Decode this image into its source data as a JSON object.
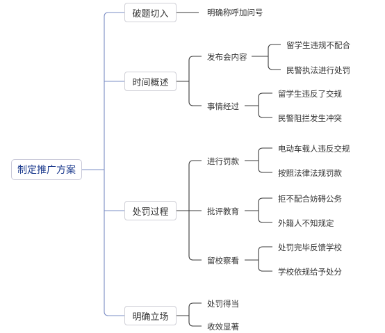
{
  "root": {
    "label": "制定推广方案"
  },
  "branches": [
    {
      "label": "破题切入",
      "children": [
        {
          "label": "明确称呼加问号",
          "children": []
        }
      ]
    },
    {
      "label": "时间概述",
      "children": [
        {
          "label": "发布会内容",
          "children": [
            {
              "label": "留学生违规不配合"
            },
            {
              "label": "民警执法进行处罚"
            }
          ]
        },
        {
          "label": "事情经过",
          "children": [
            {
              "label": "留学生违反了交规"
            },
            {
              "label": "民警阻拦发生冲突"
            }
          ]
        }
      ]
    },
    {
      "label": "处罚过程",
      "children": [
        {
          "label": "进行罚款",
          "children": [
            {
              "label": "电动车载人违反交规"
            },
            {
              "label": "按照法律法规罚款"
            }
          ]
        },
        {
          "label": "批评教育",
          "children": [
            {
              "label": "拒不配合妨碍公务"
            },
            {
              "label": "外籍人不知规定"
            }
          ]
        },
        {
          "label": "留校察看",
          "children": [
            {
              "label": "处罚完毕反馈学校"
            },
            {
              "label": "学校依规给予处分"
            }
          ]
        }
      ]
    },
    {
      "label": "明确立场",
      "children": [
        {
          "label": "处罚得当",
          "children": []
        },
        {
          "label": "收效显著",
          "children": []
        }
      ]
    }
  ],
  "colors": {
    "connector_root": "#7a8cc4",
    "connector": "#3a3a3a",
    "root_text": "#1f3d8f"
  }
}
